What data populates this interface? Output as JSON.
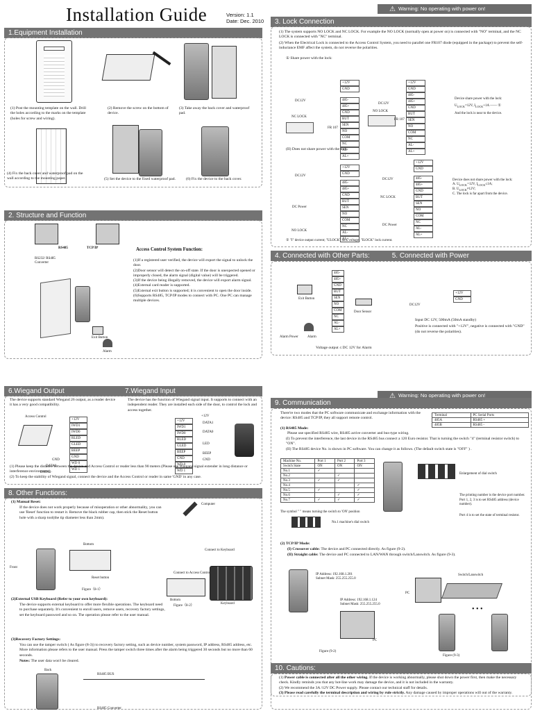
{
  "header": {
    "title": "Installation Guide",
    "version": "Version: 1.1",
    "date": "Date: Dec. 2010",
    "warning": "Warning: No operating with power on!"
  },
  "s1": {
    "title": "1.Equipment  Installation",
    "step1": "(1) Post the mounting template on the wall. Drill the holes according to the marks on the template (holes for screw and wiring).",
    "step2": "(2) Remove the screw on the bottom of device.",
    "step3": "(3) Take away the back cover and waterproof pad.",
    "step4": "(4) Fix the back cover and waterproof pad on the wall according to the mounting paper.",
    "step5": "(5) Set the device to the fixed waterproof pad.",
    "step6": "(6) Fix  the  device  to  the back cover."
  },
  "s2": {
    "title": "2. Structure and Function",
    "rs485": "RS485",
    "tcpip": "TCP/IP",
    "converter": "RS232/ RS485 Converter",
    "exit_button": "Exit Button",
    "alarm": "Alarm",
    "fn_title": "Access Control System Function:",
    "fn": [
      "(1)If a registered user verified, the device will export the signal to unlock the door.",
      "(2)Door sensor will detect the on-off state. If the door is unexpected  opened or improperly closed, the alarm signal (digital value) will be triggered.",
      "(3)If the device being illegally removed, the device will export alarm signal.",
      "(4)External card reader is supported.",
      "(5)External exit button is supported; it is convenient to open the door inside.",
      "(6)Supports RS485, TCP/IP modes to connect with PC. One PC can manage multiple devices."
    ]
  },
  "s3": {
    "title": "3. Lock  Connection",
    "p1": "(1) The  system  supports  NO LOCK  and  NC LOCK. For example the NO LOCK (normally open at power on) is connected with \"NO\" terminal, and the NC LOCK is connected with \"NC\" terminal.",
    "p2": "(2) When the Electrical Lock is connected to the Access Control System, you need to parallel one FR107 diode (equipped in the package) to prevent the self-inductance EMF affect the system, do not reverse the polarities.",
    "share": "① Share power with the lock:",
    "noshare": "(II) Does not share power with the lock:",
    "terms": [
      "+12V",
      "GND",
      "",
      "485-",
      "485+",
      "GND",
      "BUT",
      "SEN",
      "NO",
      "COM",
      "NC",
      "AL-",
      "AL+"
    ],
    "dc12v": "DC12V",
    "nclock": "NC LOCK",
    "nolock": "NO LOCK",
    "dcpower": "DC Power",
    "fr107": "FR 107",
    "share_note": [
      "Device share power with the lock:",
      "U",
      "LOCK",
      "=12V, I",
      "LOCK",
      "+1A  ——  ①",
      "And the lock is near to the device."
    ],
    "noshare_note": [
      "Device does not share power with the lock:",
      "A. U",
      "LOCK",
      "=12V, I",
      "LOCK",
      "≤1A;",
      "B. U",
      "LOCK",
      "≠12V;",
      "C. The lock is far apart from the device."
    ],
    "footnote": "①  \"I\" device output current; \"ULOCK\" lock voltage; \"ILOCK\" lock current."
  },
  "s4": {
    "title": "4. Connected  with  Other  Parts:",
    "exit": "Exit Button",
    "sensor": "Door Sensor",
    "alarm_power": "Alarm Power",
    "alarm": "Alarm",
    "vout": "Voltage output ≤ DC 12V for Alarm",
    "terms": [
      "485-",
      "485+",
      "GND",
      "BUT",
      "SEN",
      "NO",
      "COM",
      "NC",
      "AL-",
      "AL+"
    ]
  },
  "s5": {
    "title": "5. Connected  with  Power",
    "dc12v": "DC12V",
    "terms": [
      "+12V",
      "GND"
    ],
    "p1": "Input  DC 12V,  500mA (50mA standby)",
    "p2": "Positive is connected  with \"+12V\", negative is connected with \"GND\" (do not reverse the polarities)."
  },
  "s6": {
    "title": "6.Wiegand Output",
    "p": "The device supports standard  Wiegand 26  output, as a reader device it has a very good compatibility.",
    "ac": "Access Control",
    "gnd": "GND",
    "data0": "DATA0",
    "data1": "DATA1",
    "terms": [
      "+12V",
      "IWD1",
      "IWD0",
      "RLED",
      "GLED",
      "BEEP",
      "GND",
      "WD 0",
      "WD 1"
    ],
    "n1": "(1) Please  keep the distance between the device and Access Control  or  reader less than 90 meters (Please  use Wiegand signal extender in long distance or interference  environment) .",
    "n2": "(2) To keep the stability of Wiegand signal, connect the device and the Access Control or reader in same 'GND' in any case."
  },
  "s7": {
    "title": "7.Wiegand Input",
    "p": "The device has the function of Wiegand signal input. It supports to connect with an independent reader. They are installed each side of the door, to control the lock and access together.",
    "v": "+12V",
    "labels": [
      "DATA1",
      "DATA0",
      "LED",
      "BEEP",
      "GND"
    ]
  },
  "s8": {
    "title": "8. Other  Functions:",
    "r_title": "(1) Manual Reset:",
    "r_text": "If  the  device  does  not work properly because of misoperation or other abnormality, you can use 'Reset' function to restart it. Remove the black rubber cap,  then stick the Reset button hole with a sharp tool(the tip diameter less than 2mm).",
    "front": "Front",
    "bottom": "Bottom",
    "reset": "Reset button",
    "fig81": "Figure（8-1）",
    "computer": "Computer",
    "ck": "Connect to Keyboard",
    "cac": "Connect to Access Control",
    "bottom2": "Bottom",
    "keyboard": "Keyboard",
    "fig82": "Figure（8-2）",
    "k_title": "(2)External USB Keyboard (Refer to  your own keyboard):",
    "k_text": "The device supports external keyboard to offer more flexible operations. The keyboard need to purchase separately. It's convenient to  enroll users, remove users, recovery factory settings, set the keyboard password and so on. The operation please refer to the user manual.",
    "f_title": "(3)Recovery Factory Settings:",
    "f_text": "You can use the tamper switch (   As figure (8-3)) to recovery  factory  setting, such as device number, system password, IP address,  RS485 address, etc. More information please refers to the user manual. Press the tamper switch three times after the alarm being triggered 30 seconds but no more than 60 seconds.",
    "notes": "Notes:",
    "notes_t": "The user data won't be cleared.",
    "back": "Back",
    "bus": "RS485  BUS",
    "rs_conv": "RS485  Converter"
  },
  "s9": {
    "title": "9. Communication",
    "p": "There're two modes that  the PC software communicate and exchange  information with the device: RS485 and TCP/IP, they all support remote  control.",
    "rs_title": "(1) RS485  Mode:",
    "rs_t": "Please use  specified RS485 wire, RS485 active converter and bus-type wiring.",
    "rs_i": "(I) To prevent the interference, the last device in the RS485 bus connect a 120 Euro resistor. That is turning the switch \"4\" (terminal resistor switch) to \"ON\".",
    "rs_ii": "(II) The RS485 device No. is shown in PC software. You can change it as follows.  (The  default  switch  state  is  \"OFF\" ) .",
    "tbl_h": [
      "Terminal",
      "PC Serial  Ports"
    ],
    "tbl_r": [
      [
        "485A",
        "RS485  +"
      ],
      [
        "485B",
        "RS485  -"
      ]
    ],
    "sw_h": [
      "Machine No.",
      "Port 1",
      "Port 2",
      "Port 3"
    ],
    "sw_state": [
      "Switch State",
      "ON",
      "ON",
      "ON"
    ],
    "machines": [
      "No.1",
      "No.2",
      "No.3",
      "No.4",
      "No.5",
      "No.6",
      "No.7"
    ],
    "sym": "The symbol \"      \" means turning the switch to 'ON' position",
    "dial": "No.1 machine's dial switch",
    "enl": "Enlargement of dial switch",
    "print_note": "The printing number is the device port number. Port 1, 2, 3 is to set RS485 address (device number).",
    "port4": "Port 4 is to set the state of terminal resistor.",
    "tcp_title": "(2) TCP/IP Mode:",
    "tcp_i": "(I)  Crossover cable:",
    "tcp_i_t": "The  device  and PC connected directly. As figure (9-2).",
    "tcp_ii": "(II) Straight cable:",
    "tcp_ii_t": "The  device and PC connected to LAN/WAN through switch/Lanswitch. As figure (9-3).",
    "ip1": "IP Address: 192.168.1.201",
    "mask1": "Subnet Mask: 255.255.255.0",
    "ip2": "IP Address: 192.168.1.124",
    "mask2": "Subnet Mask: 255.255.255.0",
    "pc": "PC",
    "pc2": "PC",
    "switch": "Switch/Lanswitch",
    "fig92": "Figure (9-2)",
    "fig93": "Figure (9-3)",
    "dots": "• • •"
  },
  "s10": {
    "title": "10. Cautions:",
    "c1b": "Power  cable  is  connected after all the other wiring.",
    "c1": " If the device is working abnormally, please shut down the power first, then make the necessary check.  Kindly reminds you that any hot-line work may damage the device, and it is not included in the warranty.",
    "c2": "(2) We  recommend the 3A /12V  DC  Power supply.  Please contact our technical staff  for details.",
    "c3b": "(3) Please read carefully the terminal description and wiring by rule strictly.",
    "c3": " Any  damage caused by improper operations will out of the warranty."
  }
}
